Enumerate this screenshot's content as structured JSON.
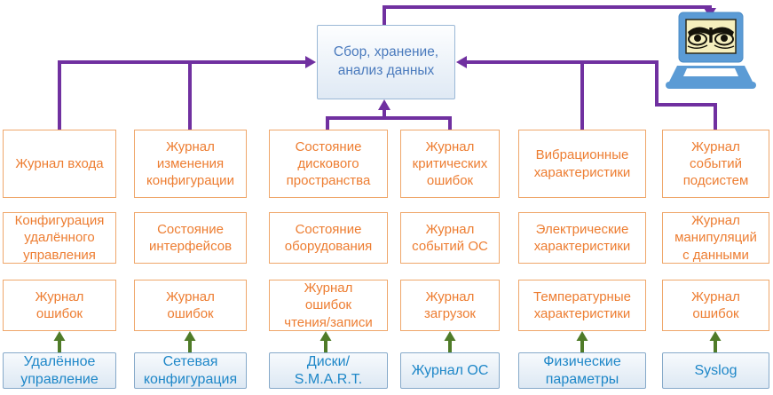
{
  "central": {
    "label": "Сбор, хранение,\nанализ данных"
  },
  "laptop": {
    "icon": "surveillance-laptop-eyes-icon"
  },
  "columns": [
    {
      "rows": [
        "Журнал входа",
        "Конфигурация\nудалённого\nуправления",
        "Журнал\nошибок"
      ],
      "source": "Удалённое\nуправление"
    },
    {
      "rows": [
        "Журнал\nизменения\nконфигурации",
        "Состояние\nинтерфейсов",
        "Журнал\nошибок"
      ],
      "source": "Сетевая\nконфигурация"
    },
    {
      "rows": [
        "Состояние\nдискового\nпространства",
        "Состояние\nоборудования",
        "Журнал\nошибок\nчтения/записи"
      ],
      "source": "Диски/\nS.M.A.R.T."
    },
    {
      "rows": [
        "Журнал\nкритических\nошибок",
        "Журнал\nсобытий ОС",
        "Журнал\nзагрузок"
      ],
      "source": "Журнал ОС"
    },
    {
      "rows": [
        "Вибрационные\nхарактеристики",
        "Электрические\nхарактеристики",
        "Температурные\nхарактеристики"
      ],
      "source": "Физические\nпараметры"
    },
    {
      "rows": [
        "Журнал\nсобытий\nподсистем",
        "Журнал\nманипуляций\nс данными",
        "Журнал\nошибок"
      ],
      "source": "Syslog"
    }
  ],
  "colors": {
    "purple_arrow": "#7030a0",
    "green_arrow": "#4f7b28",
    "orange_node_border": "#efa76b",
    "orange_node_text": "#ed7d31",
    "source_node_border": "#86a9c9",
    "source_node_text": "#1e87c8",
    "central_node_text": "#4a7abd",
    "central_node_border": "#9ab8d6",
    "laptop_blue": "#5b9bd5"
  }
}
